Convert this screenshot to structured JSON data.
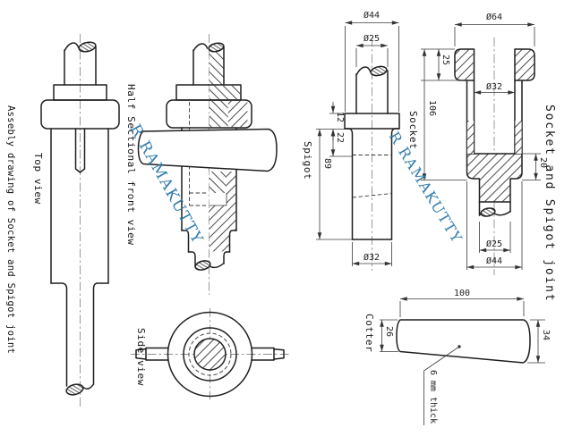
{
  "titles": {
    "left_vertical": "Assebly drawing of Socket and Spigot joint",
    "right_vertical": "Socket and Spigot joint"
  },
  "watermark": {
    "text": "R RAMAKUTTY",
    "color": "#2173a6"
  },
  "views": {
    "top_view": {
      "label": "Top view"
    },
    "front_view": {
      "label": "Half Sectional front view"
    },
    "side_view": {
      "label": "Side view"
    },
    "spigot": {
      "label": "Spigot",
      "dims": {
        "flange_dia": "Ø44",
        "rod_dia": "Ø25",
        "flange_thk": "12",
        "collar_depth": "22",
        "length": "89",
        "shaft_dia": "Ø32"
      }
    },
    "socket": {
      "label": "Socket",
      "dims": {
        "flange_dia": "Ø64",
        "flange_thk": "25",
        "bore_dia": "Ø32",
        "length": "106",
        "slot_h": "20",
        "rod_dia": "Ø25",
        "body_dia": "Ø44"
      }
    },
    "cotter": {
      "label": "Cotter",
      "dims": {
        "length": "100",
        "small_end": "26",
        "big_end": "34"
      },
      "note": "6 mm thick"
    }
  },
  "colors": {
    "line": "#1f1f1f",
    "centerline": "#8f8f8f",
    "watermark": "#2173a6"
  }
}
